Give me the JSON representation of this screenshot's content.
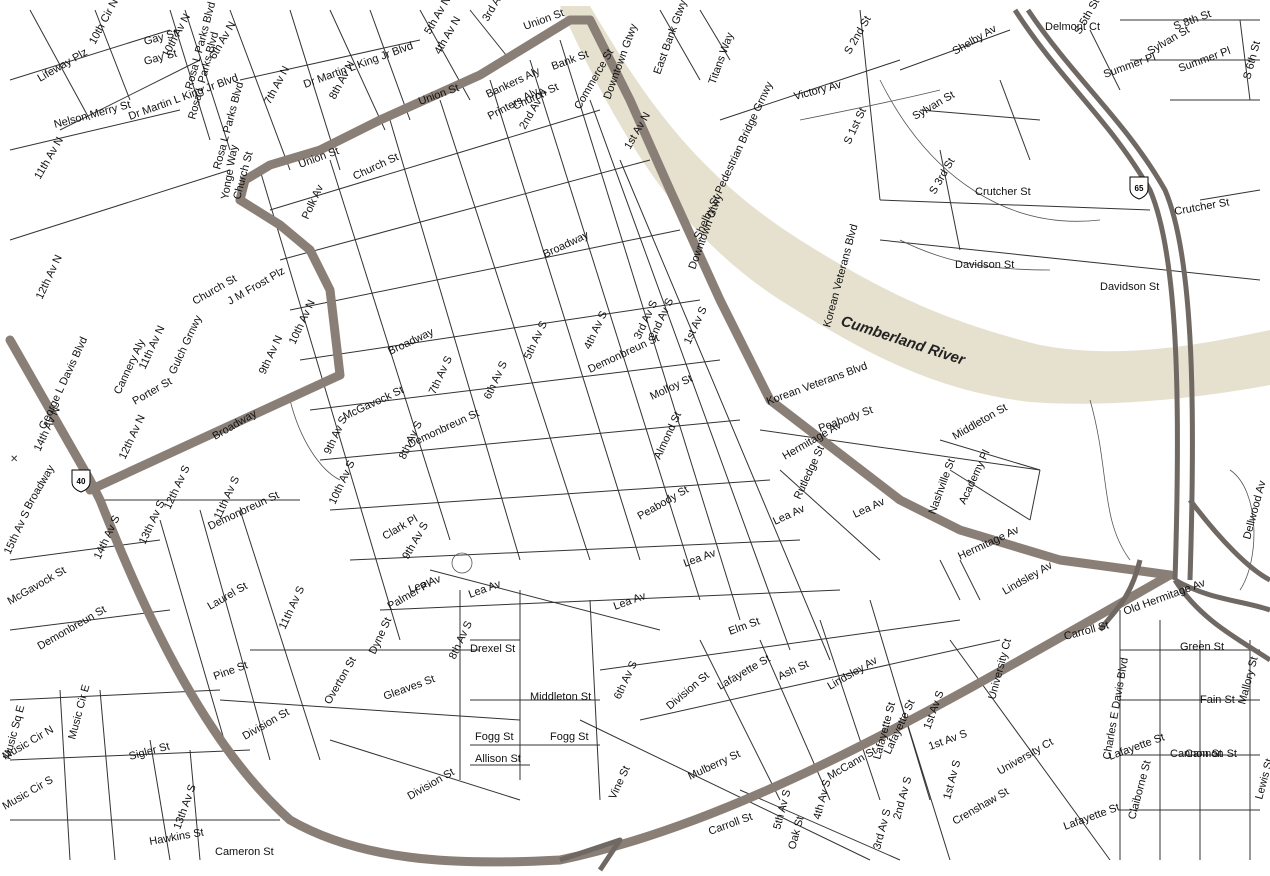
{
  "map": {
    "river_label": "Cumberland River",
    "interstates": [
      "40",
      "65"
    ],
    "colors": {
      "river": "#e6e1cf",
      "highway": "#8a7f77",
      "street": "#333333",
      "background": "#ffffff"
    },
    "streets": [
      {
        "label": "10th Cir N"
      },
      {
        "label": "Gay St"
      },
      {
        "label": "Gay St"
      },
      {
        "label": "Lifeway Plz"
      },
      {
        "label": "Nelson Merry St"
      },
      {
        "label": "Dr Martin L King Jr Blvd"
      },
      {
        "label": "Dr Martin L King Jr Blvd"
      },
      {
        "label": "11th Av N"
      },
      {
        "label": "10th Av N"
      },
      {
        "label": "Rosa L Parks Blvd"
      },
      {
        "label": "Rosa L Parks Blvd"
      },
      {
        "label": "Rosa L Parks Blvd"
      },
      {
        "label": "6th Av N"
      },
      {
        "label": "7th Av N"
      },
      {
        "label": "8th Av N"
      },
      {
        "label": "5th Av N"
      },
      {
        "label": "4th Av N"
      },
      {
        "label": "3rd Av N"
      },
      {
        "label": "2nd Av N"
      },
      {
        "label": "1st Av N"
      },
      {
        "label": "Union St"
      },
      {
        "label": "Union St"
      },
      {
        "label": "Union St"
      },
      {
        "label": "Bankers Aly"
      },
      {
        "label": "Printers Aly"
      },
      {
        "label": "Bank St"
      },
      {
        "label": "Church St"
      },
      {
        "label": "Church St"
      },
      {
        "label": "Church St"
      },
      {
        "label": "Polk Av"
      },
      {
        "label": "Yonge Way"
      },
      {
        "label": "Commerce St"
      },
      {
        "label": "Broadway"
      },
      {
        "label": "Broadway"
      },
      {
        "label": "Broadway"
      },
      {
        "label": "Downtown Gtwy"
      },
      {
        "label": "Downtown Gtwy"
      },
      {
        "label": "East Bank Gtwy"
      },
      {
        "label": "Titans Way"
      },
      {
        "label": "Victory Av"
      },
      {
        "label": "S 2nd St"
      },
      {
        "label": "Shelby Av"
      },
      {
        "label": "Sylvan St"
      },
      {
        "label": "Sylvan St"
      },
      {
        "label": "S 3rd St"
      },
      {
        "label": "S 1st St"
      },
      {
        "label": "S 5th St"
      },
      {
        "label": "Summer Pl"
      },
      {
        "label": "Summer Pl"
      },
      {
        "label": "S 6th St"
      },
      {
        "label": "S 8th St"
      },
      {
        "label": "Crutcher St"
      },
      {
        "label": "Crutcher St"
      },
      {
        "label": "Davidson St"
      },
      {
        "label": "Davidson St"
      },
      {
        "label": "Korean Veterans Blvd"
      },
      {
        "label": "Shelby St Pedestrian Bridge Grnwy"
      },
      {
        "label": "Korean Veterans Blvd"
      },
      {
        "label": "12th Av N"
      },
      {
        "label": "Church St"
      },
      {
        "label": "J M Frost Plz"
      },
      {
        "label": "9th Av N"
      },
      {
        "label": "10th Av N"
      },
      {
        "label": "11th Av N"
      },
      {
        "label": "Cannery Aly"
      },
      {
        "label": "Gulch Grnwy"
      },
      {
        "label": "Porter St"
      },
      {
        "label": "George L Davis Blvd"
      },
      {
        "label": "14th Av N"
      },
      {
        "label": "12th Av N"
      },
      {
        "label": "McGavock St"
      },
      {
        "label": "McGavock St"
      },
      {
        "label": "9th Av S"
      },
      {
        "label": "8th Av S"
      },
      {
        "label": "10th Av S"
      },
      {
        "label": "Demonbreun St"
      },
      {
        "label": "Demonbreun St"
      },
      {
        "label": "Demonbreun St"
      },
      {
        "label": "Demonbreun St"
      },
      {
        "label": "7th Av S"
      },
      {
        "label": "6th Av S"
      },
      {
        "label": "5th Av S"
      },
      {
        "label": "4th Av S"
      },
      {
        "label": "3rd Av S"
      },
      {
        "label": "2nd Av S"
      },
      {
        "label": "1st Av S"
      },
      {
        "label": "Molloy St"
      },
      {
        "label": "Almond St"
      },
      {
        "label": "Peabody St"
      },
      {
        "label": "Peabody St"
      },
      {
        "label": "Hermitage Av"
      },
      {
        "label": "Hermitage Av"
      },
      {
        "label": "Rutledge St"
      },
      {
        "label": "Lea Av"
      },
      {
        "label": "Lea Av"
      },
      {
        "label": "Lea Av"
      },
      {
        "label": "Lea Av"
      },
      {
        "label": "Lea Av"
      },
      {
        "label": "Lea Av"
      },
      {
        "label": "Middleton St"
      },
      {
        "label": "Middleton St"
      },
      {
        "label": "Academy Pl"
      },
      {
        "label": "Nashville St"
      },
      {
        "label": "Lindsley Av"
      },
      {
        "label": "Lindsley Av"
      },
      {
        "label": "Old Hermitage Av"
      },
      {
        "label": "Green St"
      },
      {
        "label": "Carroll St"
      },
      {
        "label": "Carroll St"
      },
      {
        "label": "Fain St"
      },
      {
        "label": "Cannon St"
      },
      {
        "label": "Cannon St"
      },
      {
        "label": "Mallory St"
      },
      {
        "label": "Lewis St"
      },
      {
        "label": "Claiborne St"
      },
      {
        "label": "Charles E Davis Blvd"
      },
      {
        "label": "University Ct"
      },
      {
        "label": "University Ct"
      },
      {
        "label": "1st Av S"
      },
      {
        "label": "1st Av S"
      },
      {
        "label": "1st Av S"
      },
      {
        "label": "Lafayette St"
      },
      {
        "label": "Lafayette St"
      },
      {
        "label": "Lafayette St"
      },
      {
        "label": "Lafayette St"
      },
      {
        "label": "Crenshaw St"
      },
      {
        "label": "2nd Av S"
      },
      {
        "label": "3rd Av S"
      },
      {
        "label": "4th Av S"
      },
      {
        "label": "5th Av S"
      },
      {
        "label": "6th Av S"
      },
      {
        "label": "Elm St"
      },
      {
        "label": "Ash St"
      },
      {
        "label": "Mulberry St"
      },
      {
        "label": "Division St"
      },
      {
        "label": "Division St"
      },
      {
        "label": "Division St"
      },
      {
        "label": "McCann St"
      },
      {
        "label": "Oak St"
      },
      {
        "label": "Drexel St"
      },
      {
        "label": "Fogg St"
      },
      {
        "label": "Fogg St"
      },
      {
        "label": "Allison St"
      },
      {
        "label": "Vine St"
      },
      {
        "label": "Gleaves St"
      },
      {
        "label": "Overton St"
      },
      {
        "label": "Pine St"
      },
      {
        "label": "Laurel St"
      },
      {
        "label": "Palmer Pl"
      },
      {
        "label": "Clark Pl"
      },
      {
        "label": "8th Av S"
      },
      {
        "label": "9th Av S"
      },
      {
        "label": "11th Av S"
      },
      {
        "label": "11th Av S"
      },
      {
        "label": "12th Av S"
      },
      {
        "label": "13th Av S"
      },
      {
        "label": "14th Av S"
      },
      {
        "label": "15th Av S"
      },
      {
        "label": "Music Sq E"
      },
      {
        "label": "Music Cir E"
      },
      {
        "label": "Music Cir N"
      },
      {
        "label": "Music Cir S"
      },
      {
        "label": "Sigler St"
      },
      {
        "label": "Hawkins St"
      },
      {
        "label": "13th Av S"
      },
      {
        "label": "Broadway"
      },
      {
        "label": "Dyne St"
      },
      {
        "label": "Delmont Ct"
      },
      {
        "label": "Dellwood Av"
      },
      {
        "label": "Cameron St"
      },
      {
        "label": "Lafayette St"
      }
    ]
  }
}
